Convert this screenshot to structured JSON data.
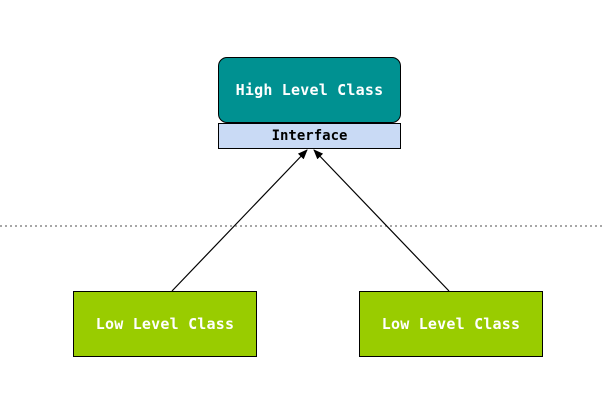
{
  "diagram": {
    "nodes": {
      "high_level": "High Level Class",
      "interface": "Interface",
      "low_level_left": "Low Level Class",
      "low_level_right": "Low Level Class"
    },
    "edges": [
      {
        "from": "low_level_left",
        "to": "interface",
        "style": "arrow"
      },
      {
        "from": "low_level_right",
        "to": "interface",
        "style": "arrow"
      }
    ],
    "colors": {
      "high_level_fill": "#009191",
      "interface_fill": "#c9daf5",
      "low_level_fill": "#99cc00",
      "separator": "#8a8a8a"
    },
    "separator": "dotted horizontal line"
  }
}
